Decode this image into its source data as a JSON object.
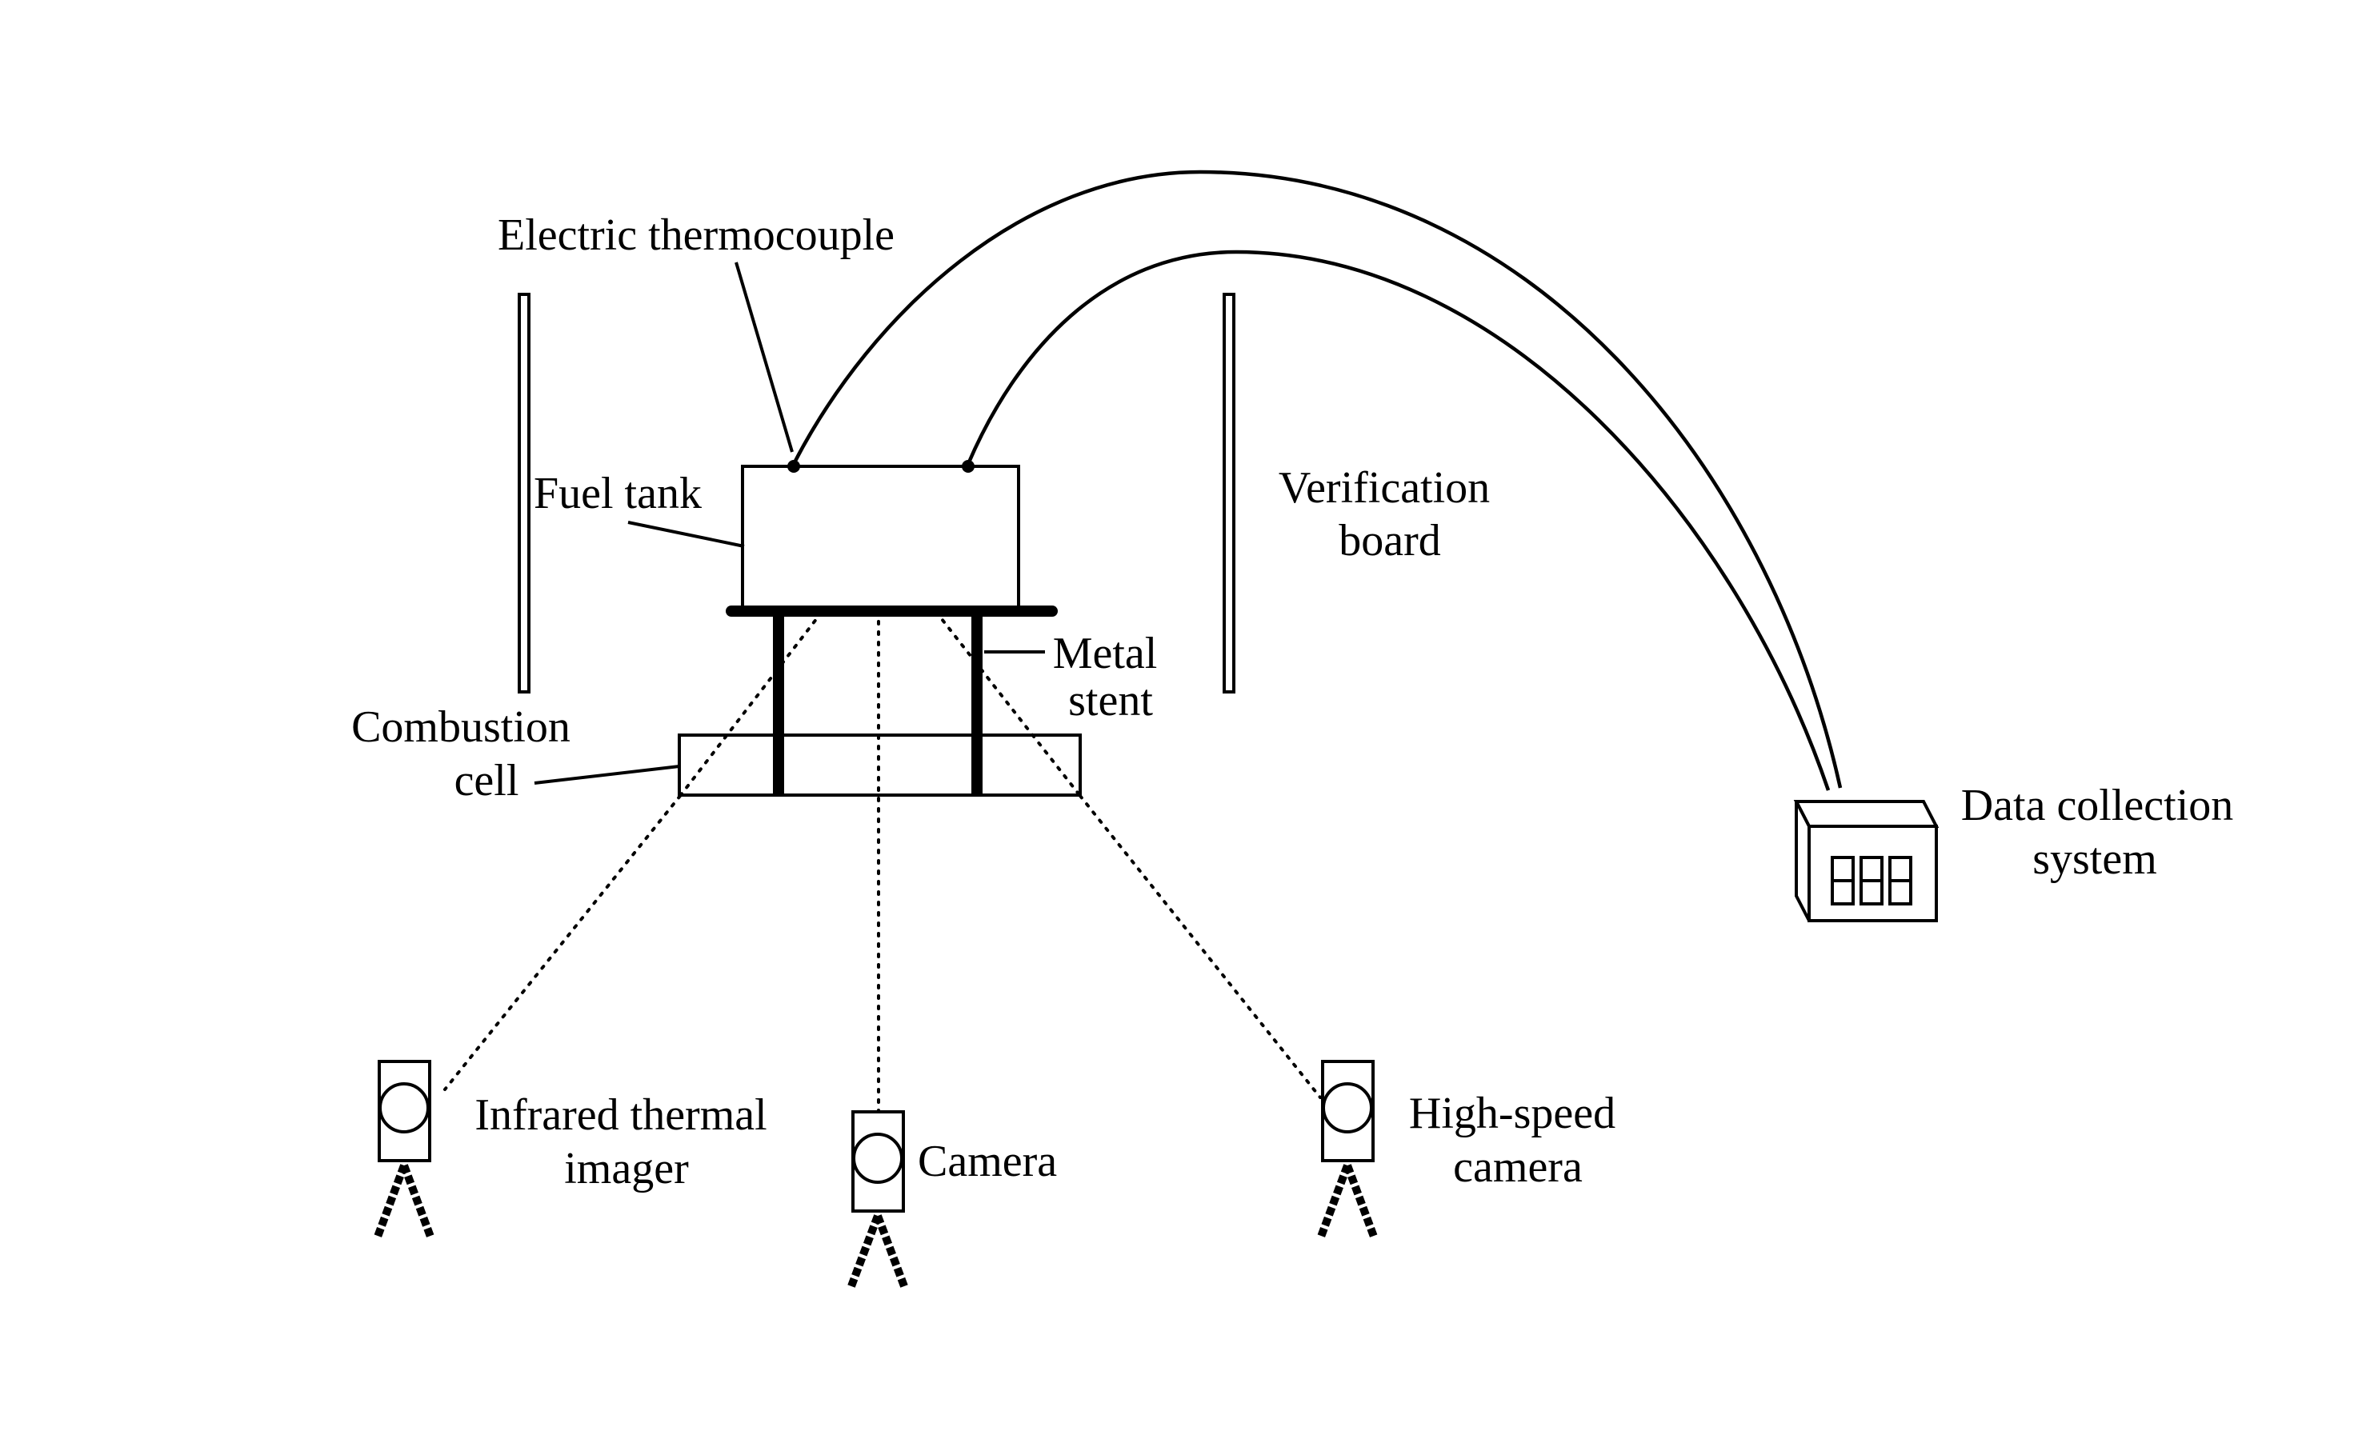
{
  "labels": {
    "electric_thermocouple": "Electric thermocouple",
    "fuel_tank": "Fuel tank",
    "verification_board": [
      "Verification",
      "board"
    ],
    "metal_stent": [
      "Metal",
      "stent"
    ],
    "combustion_cell": [
      "Combustion",
      "cell"
    ],
    "data_collection_system": [
      "Data collection",
      "system"
    ],
    "infrared_thermal_imager": [
      "Infrared thermal",
      "imager"
    ],
    "camera": "Camera",
    "high_speed_camera": [
      "High-speed",
      "camera"
    ]
  }
}
